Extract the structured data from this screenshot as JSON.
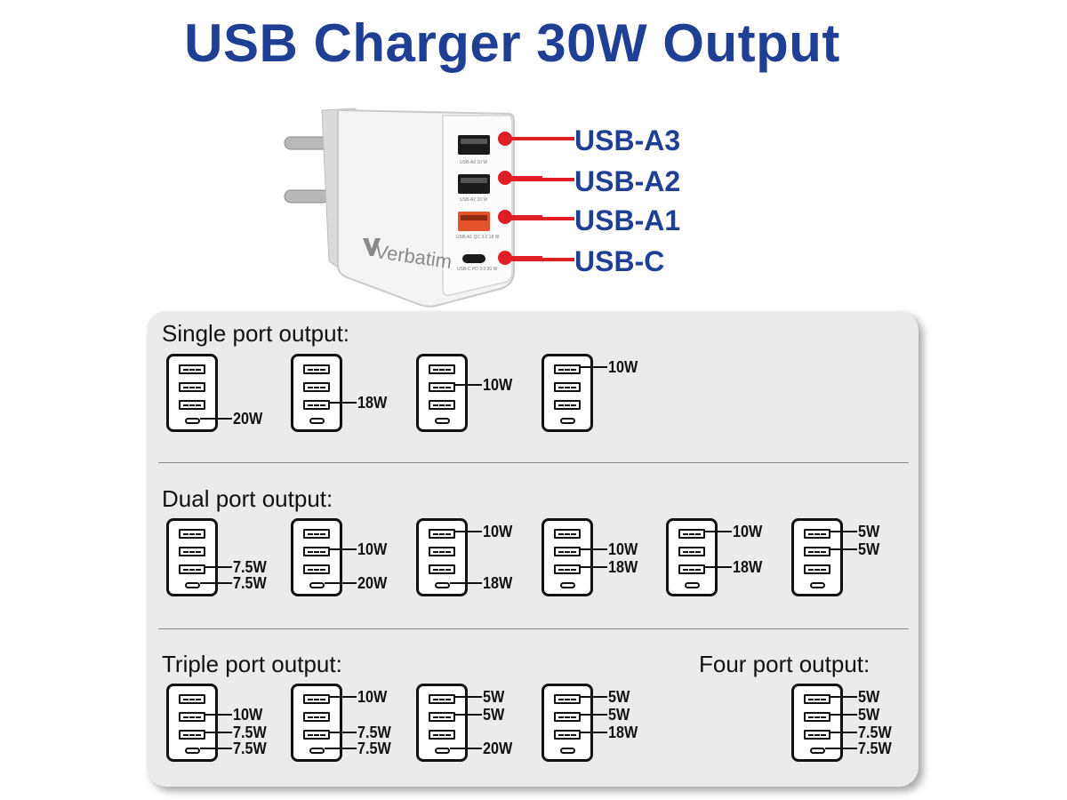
{
  "title": "USB Charger 30W Output",
  "product": {
    "brand": "Verbatim",
    "port_labels": [
      "USB-A3",
      "USB-A2",
      "USB-A1",
      "USB-C"
    ],
    "colors": {
      "title_blue": "#1e3f93",
      "leader_red": "#e01e25",
      "charger_white": "#f4f4f4",
      "qc_port_orange": "#e2532a"
    }
  },
  "sections": {
    "single": "Single port output:",
    "dual": "Dual port output:",
    "triple": "Triple port output:",
    "four": "Four port output:"
  },
  "configs": {
    "single": [
      {
        "c": "20W"
      },
      {
        "a1": "18W"
      },
      {
        "a2": "10W"
      },
      {
        "a3": "10W"
      }
    ],
    "dual": [
      {
        "a1": "7.5W",
        "c": "7.5W"
      },
      {
        "a2": "10W",
        "c": "20W"
      },
      {
        "a3": "10W",
        "c": "18W"
      },
      {
        "a2": "10W",
        "a1": "18W"
      },
      {
        "a3": "10W",
        "a1": "18W"
      },
      {
        "a3": "5W",
        "a2": "5W"
      }
    ],
    "triple": [
      {
        "a2": "10W",
        "a1": "7.5W",
        "c": "7.5W"
      },
      {
        "a3": "10W",
        "a1": "7.5W",
        "c": "7.5W"
      },
      {
        "a3": "5W",
        "a2": "5W",
        "c": "20W"
      },
      {
        "a3": "5W",
        "a2": "5W",
        "a1": "18W"
      }
    ],
    "four": [
      {
        "a3": "5W",
        "a2": "5W",
        "a1": "7.5W",
        "c": "7.5W"
      }
    ]
  }
}
